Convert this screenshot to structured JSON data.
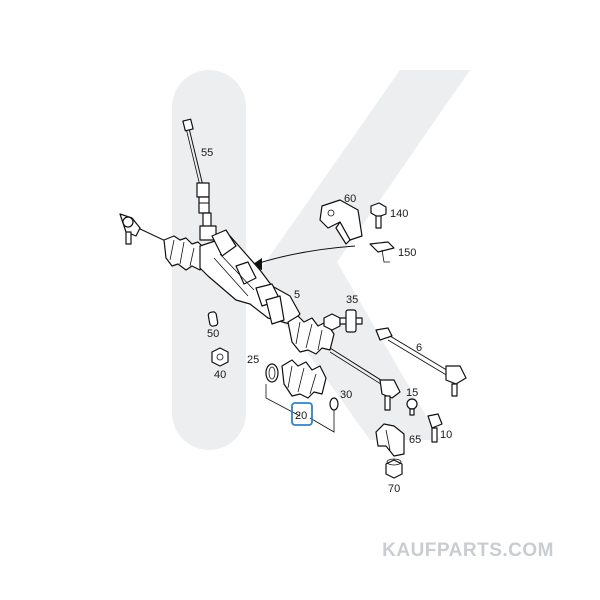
{
  "watermark_text": "KAUFPARTS.COM",
  "highlight_color": "#2f7fd6",
  "labels": {
    "p55": "55",
    "p60": "60",
    "p140": "140",
    "p150": "150",
    "p5": "5",
    "p35": "35",
    "p50": "50",
    "p6": "6",
    "p40": "40",
    "p25": "25",
    "p30": "30",
    "p15": "15",
    "p20": "20",
    "p65": "65",
    "p10": "10",
    "p70": "70"
  }
}
